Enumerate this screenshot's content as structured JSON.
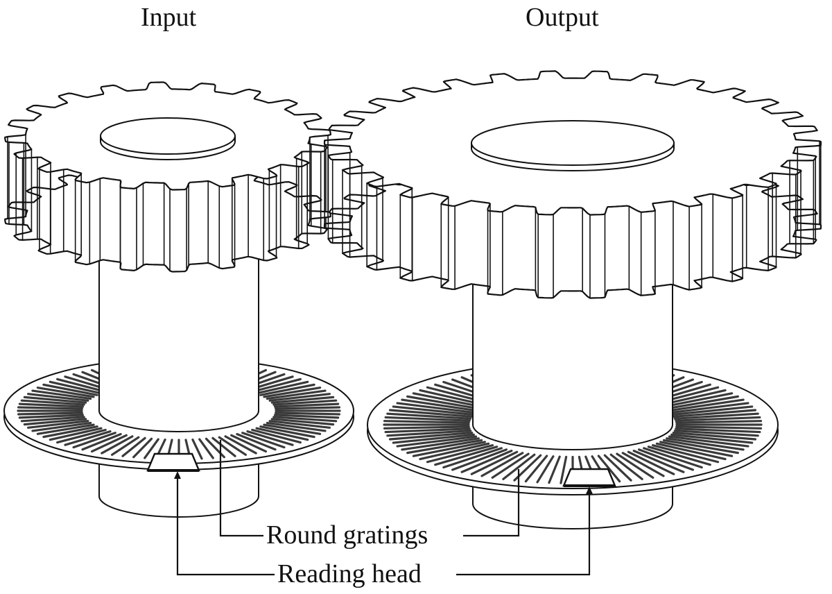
{
  "labels": {
    "input": "Input",
    "output": "Output",
    "round_gratings": "Round gratings",
    "reading_head": "Reading head"
  },
  "colors": {
    "stroke": "#111111",
    "fill": "#ffffff",
    "slot": "#3a3a3a"
  },
  "gears": {
    "input": {
      "teeth": 20,
      "grating_slots": 88
    },
    "output": {
      "teeth": 30,
      "grating_slots": 100
    }
  }
}
